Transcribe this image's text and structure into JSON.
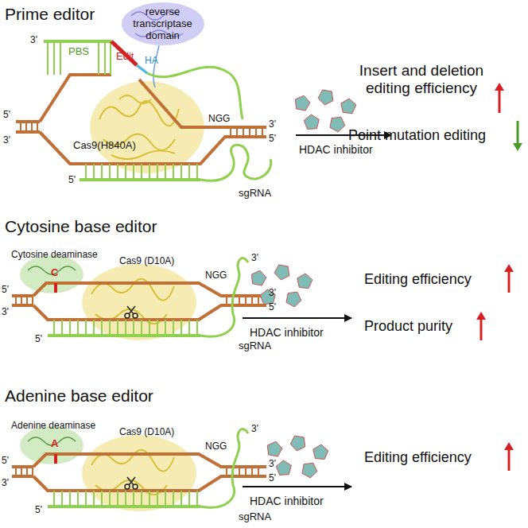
{
  "diagram": {
    "labels": [
      "Prime editor",
      "reverse transcriptase domain",
      "3'",
      "PBS",
      "Edit",
      "HA",
      "5'",
      "3'",
      "NGG",
      "3'",
      "5'",
      "Cas9(H840A)",
      "5'",
      "sgRNA",
      "HDAC inhibitor",
      "Insert and deletion editing efficiency",
      "Point mutation editing",
      "Cytosine base editor",
      "Cytosine deaminase",
      "Cas9 (D10A)",
      "3'",
      "C",
      "5'",
      "3'",
      "NGG",
      "3'",
      "5'",
      "5'",
      "sgRNA",
      "HDAC inhibitor",
      "Editing efficiency",
      "Product purity",
      "Adenine base editor",
      "Adenine deaminase",
      "Cas9 (D10A)",
      "3'",
      "A",
      "5'",
      "3'",
      "NGG",
      "3'",
      "5'",
      "5'",
      "sgRNA",
      "HDAC inhibitor",
      "Editing efficiency"
    ]
  }
}
